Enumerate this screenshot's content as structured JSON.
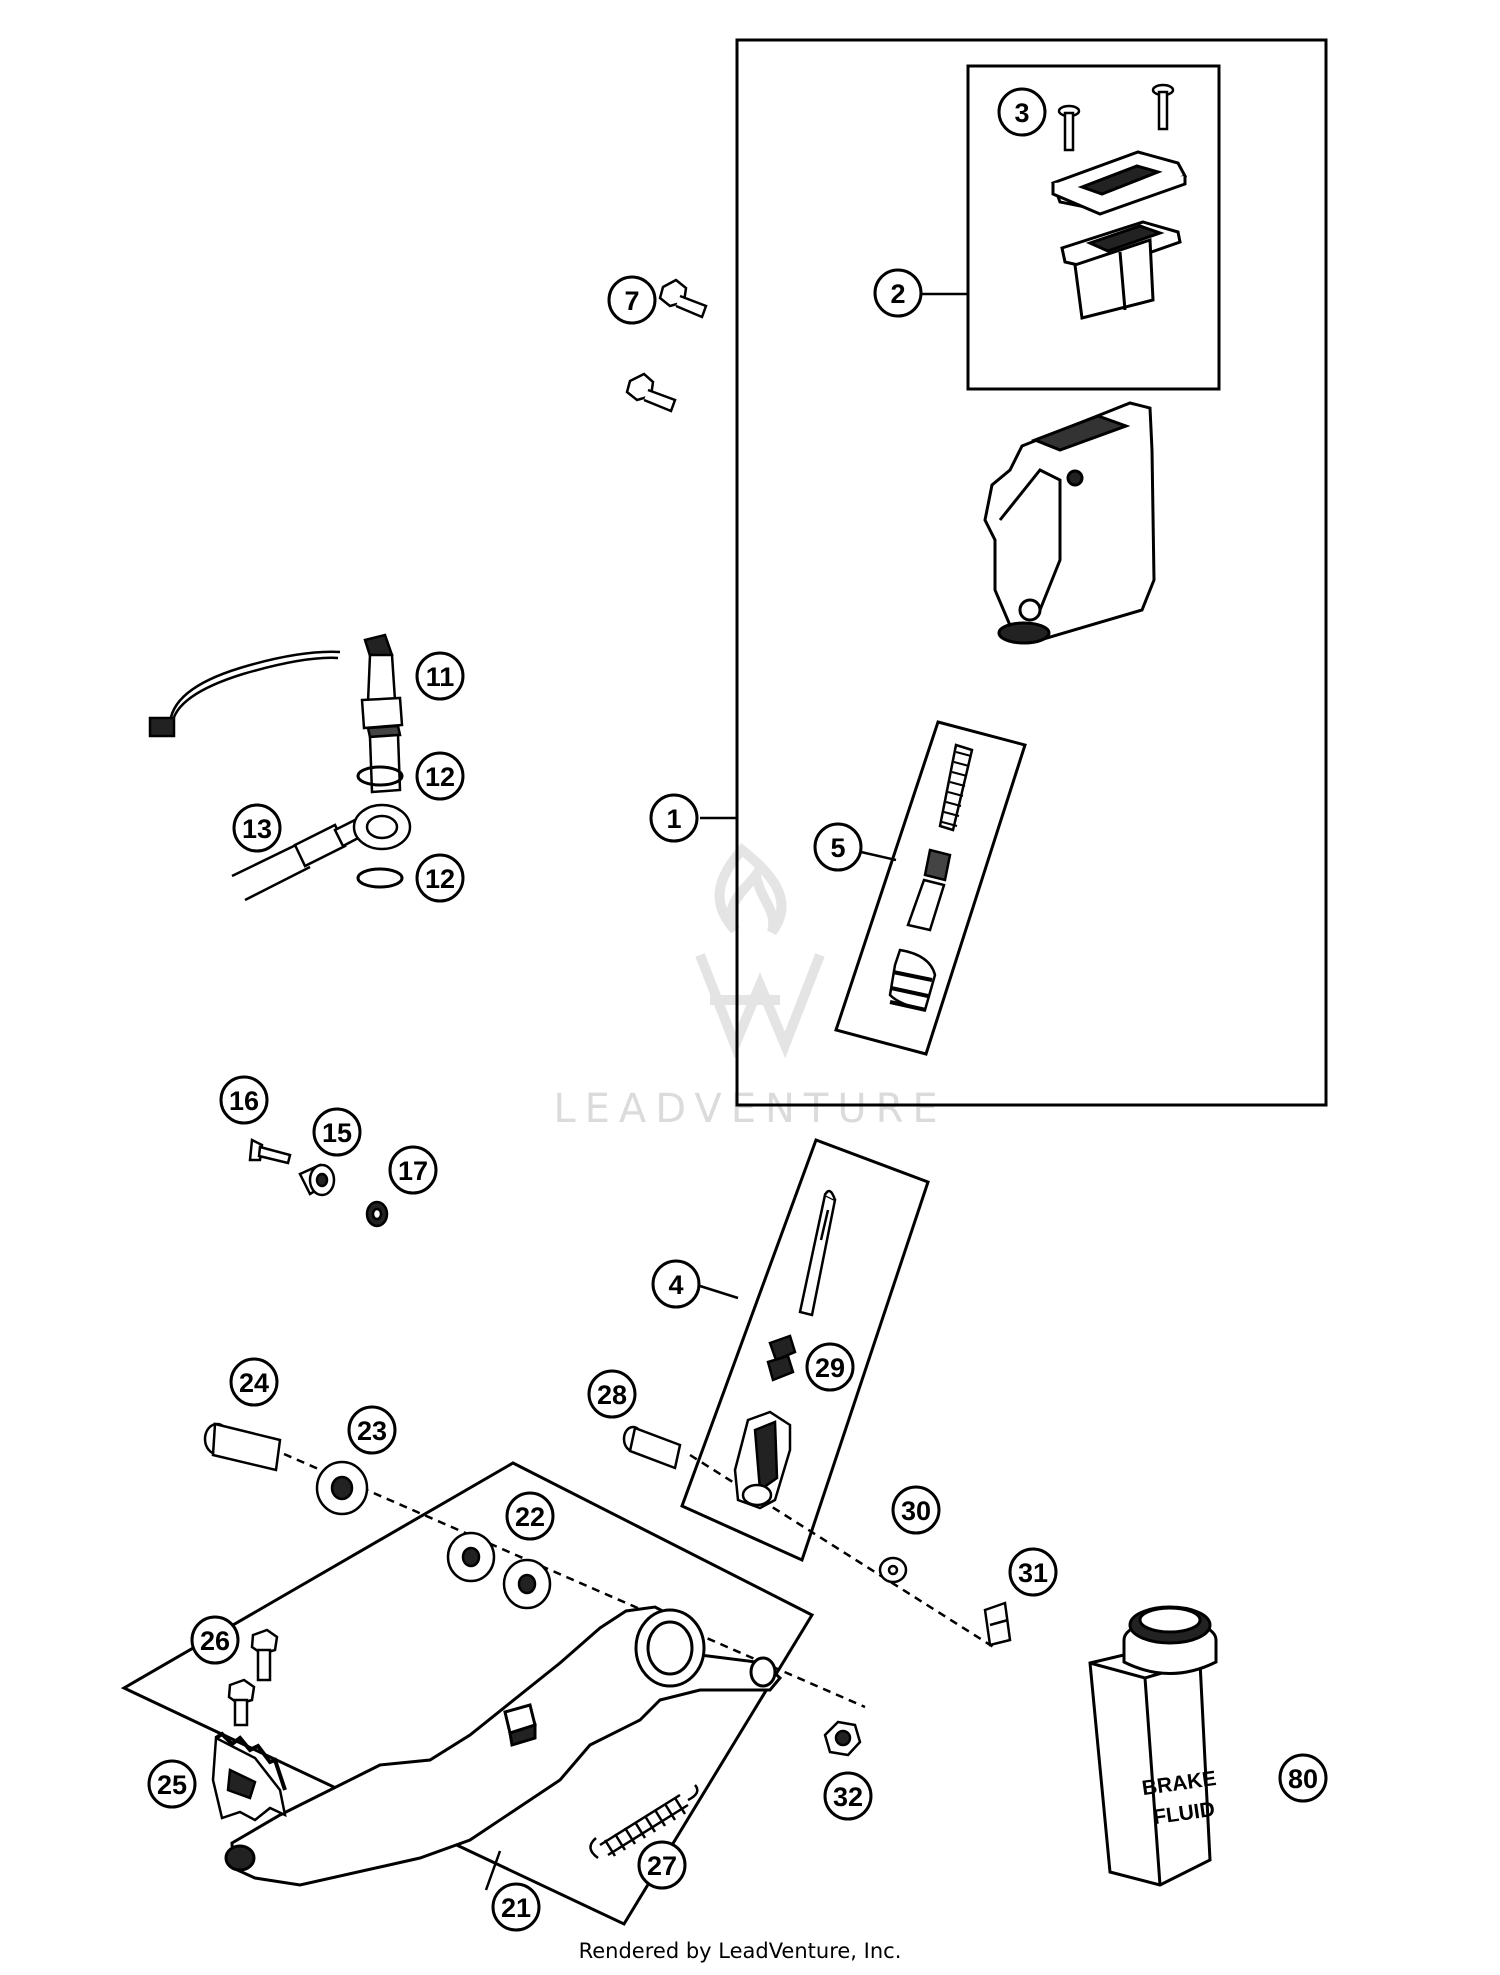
{
  "labels": {
    "l1": "1",
    "l2": "2",
    "l3": "3",
    "l4": "4",
    "l5": "5",
    "l7": "7",
    "l11": "11",
    "l12a": "12",
    "l12b": "12",
    "l13": "13",
    "l15": "15",
    "l16": "16",
    "l17": "17",
    "l21": "21",
    "l22": "22",
    "l23": "23",
    "l24": "24",
    "l25": "25",
    "l26": "26",
    "l27": "27",
    "l28": "28",
    "l29": "29",
    "l30": "30",
    "l31": "31",
    "l32": "32",
    "l80": "80"
  },
  "bottle": {
    "line1": "BRAKE",
    "line2": "FLUID"
  },
  "watermark": "LEADVENTURE",
  "footer": "Rendered by LeadVenture, Inc."
}
